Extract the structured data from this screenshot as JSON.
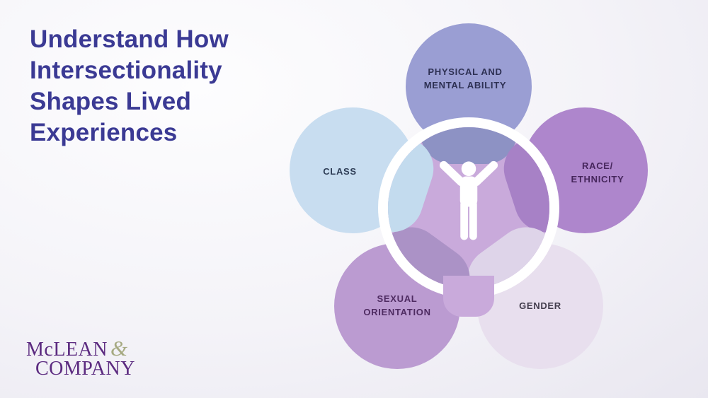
{
  "slide": {
    "title": "Understand How Intersectionality Shapes Lived Experiences",
    "title_lines": [
      "Understand How",
      "Intersectionality",
      "Shapes Lived",
      "Experiences"
    ],
    "title_color": "#3b3a94",
    "background_color": "#f3f2f8"
  },
  "diagram": {
    "center": {
      "icon": "person-arms-raised-icon",
      "fill_color": "#c9aadb",
      "ring_color": "#ffffff",
      "icon_color": "#ffffff"
    },
    "circles": [
      {
        "id": "physical-mental-ability",
        "position": "top",
        "label_line1": "PHYSICAL AND",
        "label_line2": "MENTAL ABILITY",
        "circle_color": "#9a9ed3",
        "inner_petal_color": "#8d92c4",
        "text_color": "#2e3154"
      },
      {
        "id": "race-ethnicity",
        "position": "right",
        "label_line1": "RACE/",
        "label_line2": "ETHNICITY",
        "circle_color": "#ae86cc",
        "inner_petal_color": "#a781c6",
        "text_color": "#46265c"
      },
      {
        "id": "gender",
        "position": "bottom-right",
        "label_line1": "GENDER",
        "circle_color": "#e8dfee",
        "inner_petal_color": "#ded4e9",
        "text_color": "#433d4d"
      },
      {
        "id": "sexual-orientation",
        "position": "bottom-left",
        "label_line1": "SEXUAL",
        "label_line2": "ORIENTATION",
        "circle_color": "#bb9bd1",
        "inner_petal_color": "#ab92c6",
        "text_color": "#4e2b61"
      },
      {
        "id": "class",
        "position": "left",
        "label_line1": "CLASS",
        "circle_color": "#c8ddf0",
        "inner_petal_color": "#c3dbee",
        "text_color": "#2e3d56"
      }
    ]
  },
  "logo": {
    "name": "McLean & Company",
    "text_mclean": "McLEAN",
    "ampersand": "&",
    "text_company": "COMPANY",
    "purple_color": "#5c2b80",
    "ampersand_color": "#a6aa82"
  }
}
